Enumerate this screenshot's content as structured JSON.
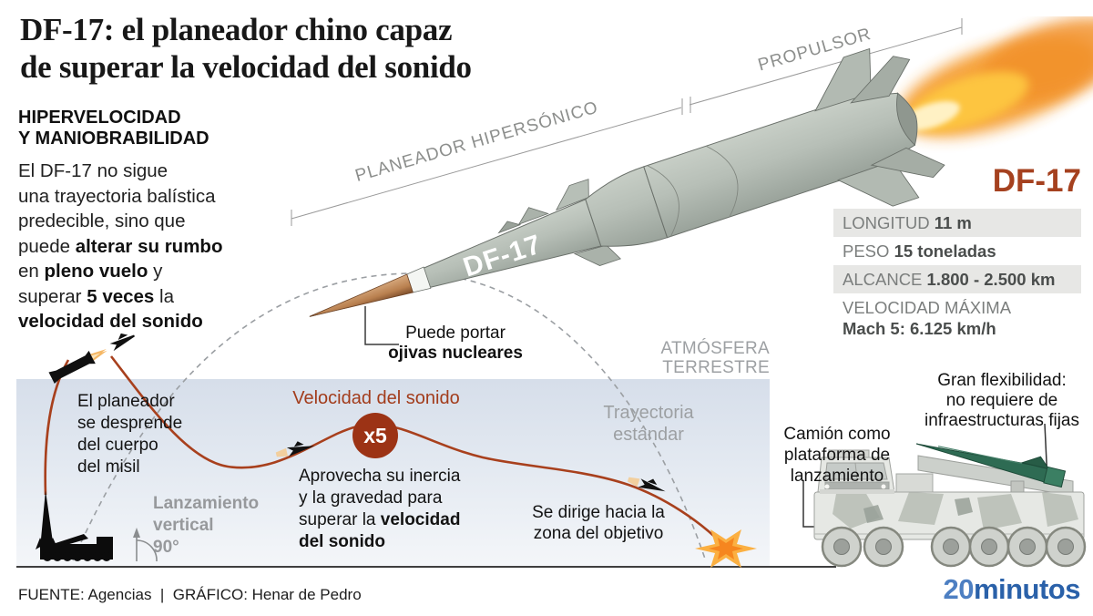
{
  "header": {
    "title": [
      "DF-17: el planeador chino capaz",
      "de superar la velocidad del sonido"
    ]
  },
  "intro": {
    "heading": [
      "HIPERVELOCIDAD",
      "Y MANIOBRABILIDAD"
    ],
    "p": {
      "l1": "El DF-17 no sigue",
      "l2": "una trayectoria balística",
      "l3": "predecible, sino que",
      "l4a": "puede ",
      "l4b": "alterar su rumbo",
      "l5a": "en ",
      "l5b": "pleno vuelo",
      "l5c": " y",
      "l6a": "superar ",
      "l6b": "5 veces",
      "l6c": " la",
      "l7": "velocidad del sonido"
    }
  },
  "missile": {
    "section_glider": "PLANEADOR HIPERSÓNICO",
    "section_booster": "PROPULSOR",
    "body_label": "DF-17",
    "warhead_note_line1": "Puede portar",
    "warhead_note_line2": "ojivas nucleares"
  },
  "specs": {
    "title": "DF-17",
    "rows": [
      {
        "label": "LONGITUD",
        "value": "11 m"
      },
      {
        "label": "PESO",
        "value": "15 toneladas"
      },
      {
        "label": "ALCANCE",
        "value": "1.800 - 2.500 km"
      },
      {
        "label": "VELOCIDAD MÁXIMA",
        "value": "Mach 5: 6.125 km/h"
      }
    ]
  },
  "diagram": {
    "atmosphere": [
      "ATMÓSFERA",
      "TERRESTRE"
    ],
    "separation": [
      "El planeador",
      "se desprende",
      "del cuerpo",
      "del misil"
    ],
    "launch": [
      "Lanzamiento",
      "vertical"
    ],
    "launch_angle": "90°",
    "sound_speed": "Velocidad del sonido",
    "multiplier": "x5",
    "inertia": {
      "l1": "Aprovecha su inercia",
      "l2": "y la gravedad para",
      "l3a": "superar la ",
      "l3b": "velocidad",
      "l4": "del sonido"
    },
    "standard": [
      "Trayectoria",
      "estándar"
    ],
    "target": [
      "Se dirige hacia la",
      "zona del objetivo"
    ]
  },
  "launcher": {
    "flexibility": [
      "Gran flexibilidad:",
      "no requiere de",
      "infraestructuras fijas"
    ],
    "platform": [
      "Camión como",
      "plataforma de",
      "lanzamiento"
    ]
  },
  "footer": {
    "credits": "FUENTE: Agencias  |  GRÁFICO: Henar de Pedro",
    "logo_part1": "20",
    "logo_part2": "minutos"
  },
  "colors": {
    "accent_red": "#a5411f",
    "trajectory_red": "#a8401d",
    "multiplier_bg": "#9c3315",
    "atmosphere_box_top": "#d6deea",
    "missile_body": "#b7bfb7",
    "warhead_tan": "#c2895a",
    "flame_orange": "#f59b2e",
    "logo_blue_light": "#4d7fc2",
    "logo_blue_dark": "#2a61a9",
    "gray_label": "#9da0a3"
  }
}
